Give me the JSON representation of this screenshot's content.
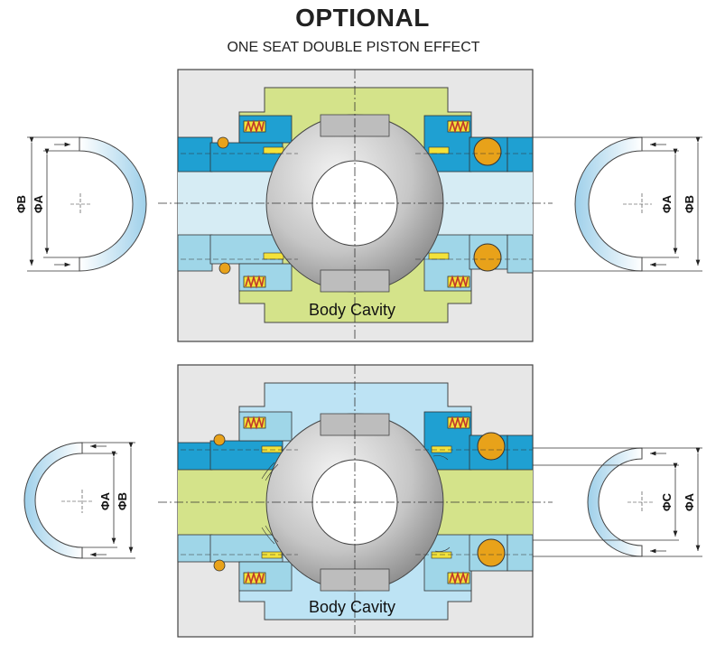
{
  "header": {
    "title": "OPTIONAL",
    "subtitle": "ONE SEAT DOUBLE PISTON EFFECT"
  },
  "top_diagram": {
    "cavity_label": "Body Cavity",
    "left_labels": [
      "ΦB",
      "ΦA"
    ],
    "right_labels": [
      "ΦA",
      "ΦB"
    ],
    "cavity_fill": "#d4e38a",
    "bore_fill": "#d6ecf4"
  },
  "bottom_diagram": {
    "cavity_label": "Body Cavity",
    "left_labels": [
      "ΦA",
      "ΦB"
    ],
    "right_labels": [
      "ΦC",
      "ΦA"
    ],
    "cavity_fill": "#bde3f4",
    "bore_fill": "#d4e38a"
  },
  "colors": {
    "body": "#e7e7e7",
    "seat_dark": "#1fa0d2",
    "seat_light": "#9fd6e8",
    "seal_orange": "#e8a21a",
    "spring": "#c0392b",
    "insert_yellow": "#f3e23a",
    "ball_gray": "#c9c9c9"
  }
}
